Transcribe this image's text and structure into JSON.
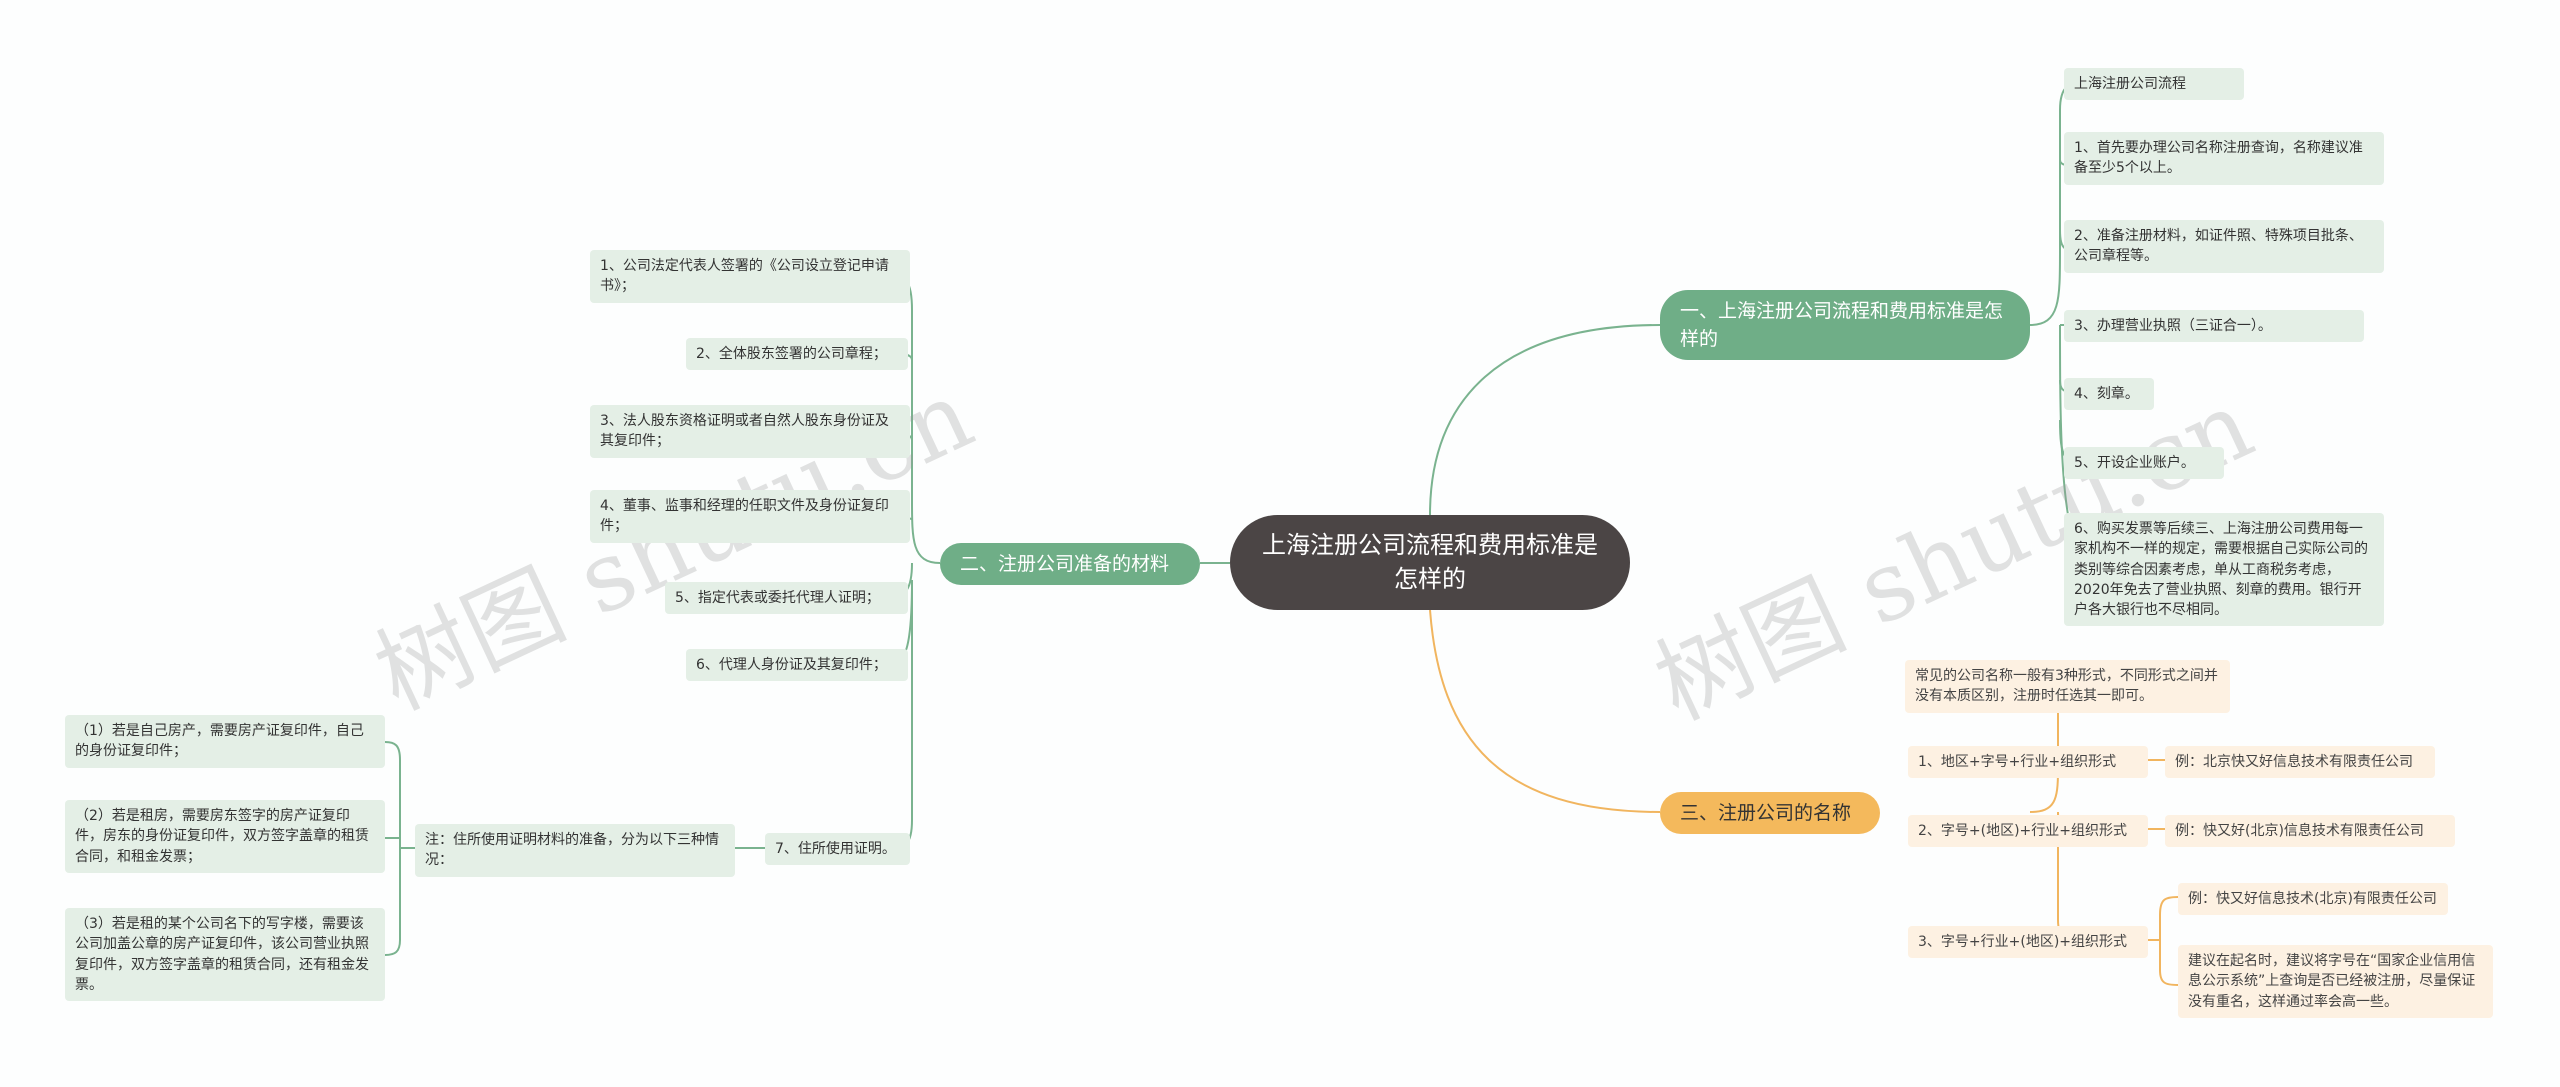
{
  "root": {
    "title": "上海注册公司流程和费用标准是怎样的"
  },
  "branch1": {
    "label": "一、上海注册公司流程和费用标准是怎样的",
    "items": [
      "上海注册公司流程",
      "1、首先要办理公司名称注册查询，名称建议准备至少5个以上。",
      "2、准备注册材料，如证件照、特殊项目批条、公司章程等。",
      "3、办理营业执照（三证合一）。",
      "4、刻章。",
      "5、开设企业账户。",
      "6、购买发票等后续三、上海注册公司费用每一家机构不一样的规定，需要根据自己实际公司的类别等综合因素考虑，单从工商税务考虑，2020年免去了营业执照、刻章的费用。银行开户各大银行也不尽相同。"
    ]
  },
  "branch2": {
    "label": "二、注册公司准备的材料",
    "items": [
      "1、公司法定代表人签署的《公司设立登记申请书》；",
      "2、全体股东签署的公司章程；",
      "3、法人股东资格证明或者自然人股东身份证及其复印件；",
      "4、董事、监事和经理的任职文件及身份证复印件；",
      "5、指定代表或委托代理人证明；",
      "6、代理人身份证及其复印件；",
      "7、住所使用证明。"
    ],
    "note": "注：住所使用证明材料的准备，分为以下三种情况：",
    "sub": [
      "（1）若是自己房产，需要房产证复印件，自己的身份证复印件；",
      "（2）若是租房，需要房东签字的房产证复印件，房东的身份证复印件，双方签字盖章的租赁合同，和租金发票；",
      "（3）若是租的某个公司名下的写字楼，需要该公司加盖公章的房产证复印件，该公司营业执照复印件，双方签字盖章的租赁合同，还有租金发票。"
    ]
  },
  "branch3": {
    "label": "三、注册公司的名称",
    "intro": "常见的公司名称一般有3种形式，不同形式之间并没有本质区别，注册时任选其一即可。",
    "forms": [
      {
        "label": "1、地区+字号+行业+组织形式",
        "examples": [
          "例：北京快又好信息技术有限责任公司"
        ]
      },
      {
        "label": "2、字号+(地区)+行业+组织形式",
        "examples": [
          "例：快又好(北京)信息技术有限责任公司"
        ]
      },
      {
        "label": "3、字号+行业+(地区)+组织形式",
        "examples": [
          "例：快又好信息技术(北京)有限责任公司",
          "建议在起名时，建议将字号在“国家企业信用信息公示系统”上查询是否已经被注册，尽量保证没有重名，这样通过率会高一些。"
        ]
      }
    ]
  },
  "watermark": {
    "text": "树图 shutu.cn"
  },
  "colors": {
    "green_line": "#7ab38f",
    "orange_line": "#f1b55f",
    "root_bg": "#4b4545"
  }
}
